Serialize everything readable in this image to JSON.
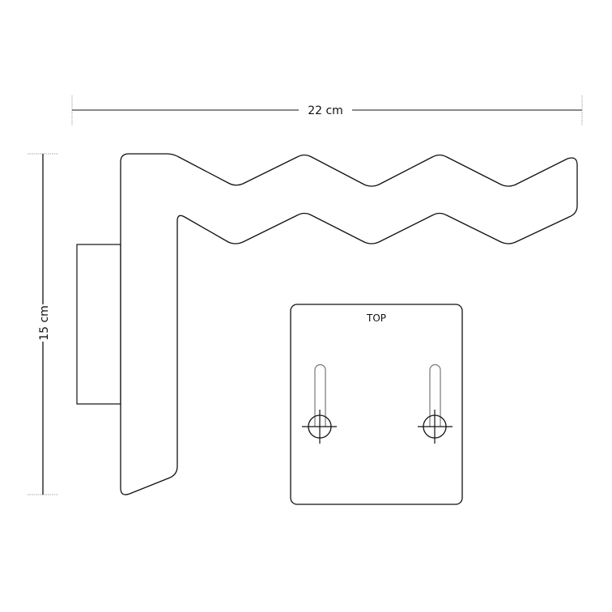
{
  "drawing": {
    "width_dimension": {
      "label": "22 cm",
      "value": 22,
      "unit": "cm"
    },
    "height_dimension": {
      "label": "15 cm",
      "value": 15,
      "unit": "cm"
    },
    "top_view": {
      "label": "TOP",
      "mounting_holes": 2
    },
    "colors": {
      "line": "#111111",
      "dim_line": "#444444",
      "extension": "#999999",
      "slot": "#777777",
      "background": "#ffffff"
    }
  }
}
